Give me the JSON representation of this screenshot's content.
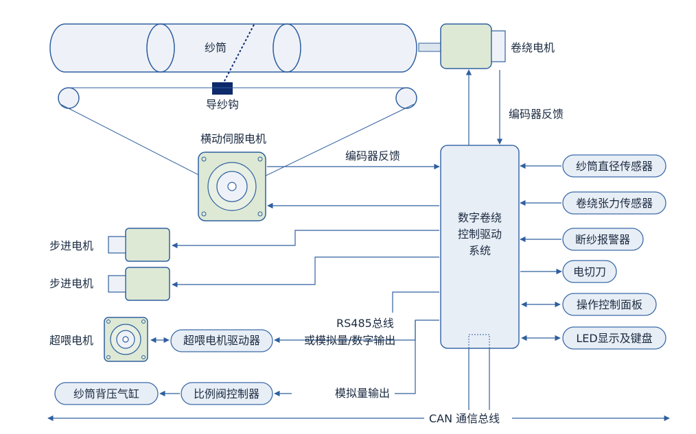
{
  "colors": {
    "line": "#2f5f9e",
    "box_fill": "#e8eef6",
    "box_stroke": "#3a6aa8",
    "motor_fill": "#dde9d5",
    "hook_fill": "#0e2a6a"
  },
  "labels": {
    "bobbin": "纱筒",
    "guide_hook": "导纱钩",
    "winding_motor": "卷绕电机",
    "encoder_feedback_top": "编码器反馈",
    "traverse_motor": "横动伺服电机",
    "encoder_feedback_mid": "编码器反馈",
    "stepper_1": "步进电机",
    "stepper_2": "步进电机",
    "overfeed_motor": "超喂电机",
    "overfeed_driver": "超喂电机驱动器",
    "rs485_line1": "RS485总线",
    "rs485_line2": "或模拟量/数字输出",
    "analog_output": "模拟量输出",
    "bobbin_cylinder": "纱筒背压气缸",
    "ratio_valve": "比例阀控制器",
    "can_bus": "CAN 通信总线",
    "controller_line1": "数字卷绕",
    "controller_line2": "控制驱动",
    "controller_line3": "系统",
    "right_devices": [
      "纱筒直径传感器",
      "卷绕张力传感器",
      "断纱报警器",
      "电切刀",
      "操作控制面板",
      "LED显示及键盘"
    ]
  }
}
